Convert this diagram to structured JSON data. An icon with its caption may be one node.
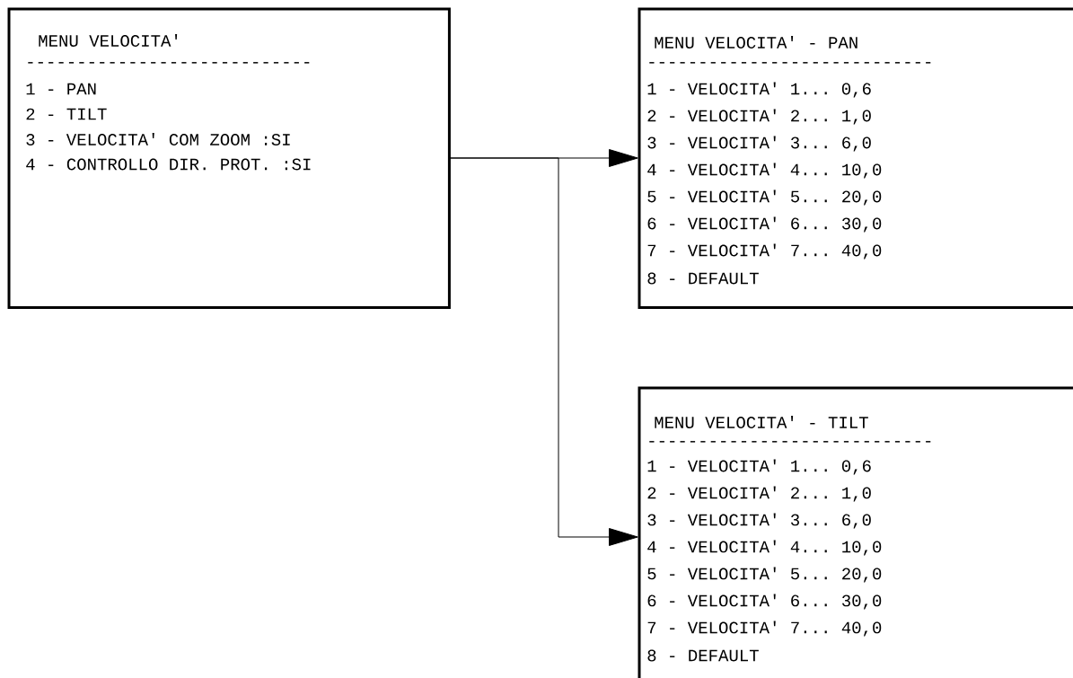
{
  "diagram": {
    "nodes": [
      {
        "text": [
          "MENU VELOCITA'",
          "----------------------------",
          "1 - PAN",
          "2 - TILT",
          "3 - VELOCITA' COM ZOOM :SI",
          "4 - CONTROLLO DIR. PROT. :SI"
        ]
      },
      {
        "text": [
          "MENU VELOCITA' - PAN",
          "----------------------------",
          "1 - VELOCITA' 1... 0,6",
          "2 - VELOCITA' 2... 1,0",
          "3 - VELOCITA' 3... 6,0",
          "4 - VELOCITA' 4... 10,0",
          "5 - VELOCITA' 5... 20,0",
          "6 - VELOCITA' 6... 30,0",
          "7 - VELOCITA' 7... 40,0",
          "8 - DEFAULT"
        ]
      },
      {
        "text": [
          "MENU VELOCITA' - TILT",
          "----------------------------",
          "1 - VELOCITA' 1... 0,6",
          "2 - VELOCITA' 2... 1,0",
          "3 - VELOCITA' 3... 6,0",
          "4 - VELOCITA' 4... 10,0",
          "5 - VELOCITA' 5... 20,0",
          "6 - VELOCITA' 6... 30,0",
          "7 - VELOCITA' 7... 40,0",
          "8 - DEFAULT"
        ]
      }
    ],
    "edges": [
      {
        "from": 0,
        "to": 1,
        "arrow": "to"
      },
      {
        "from": 0,
        "to": 2,
        "arrow": "to"
      }
    ]
  }
}
